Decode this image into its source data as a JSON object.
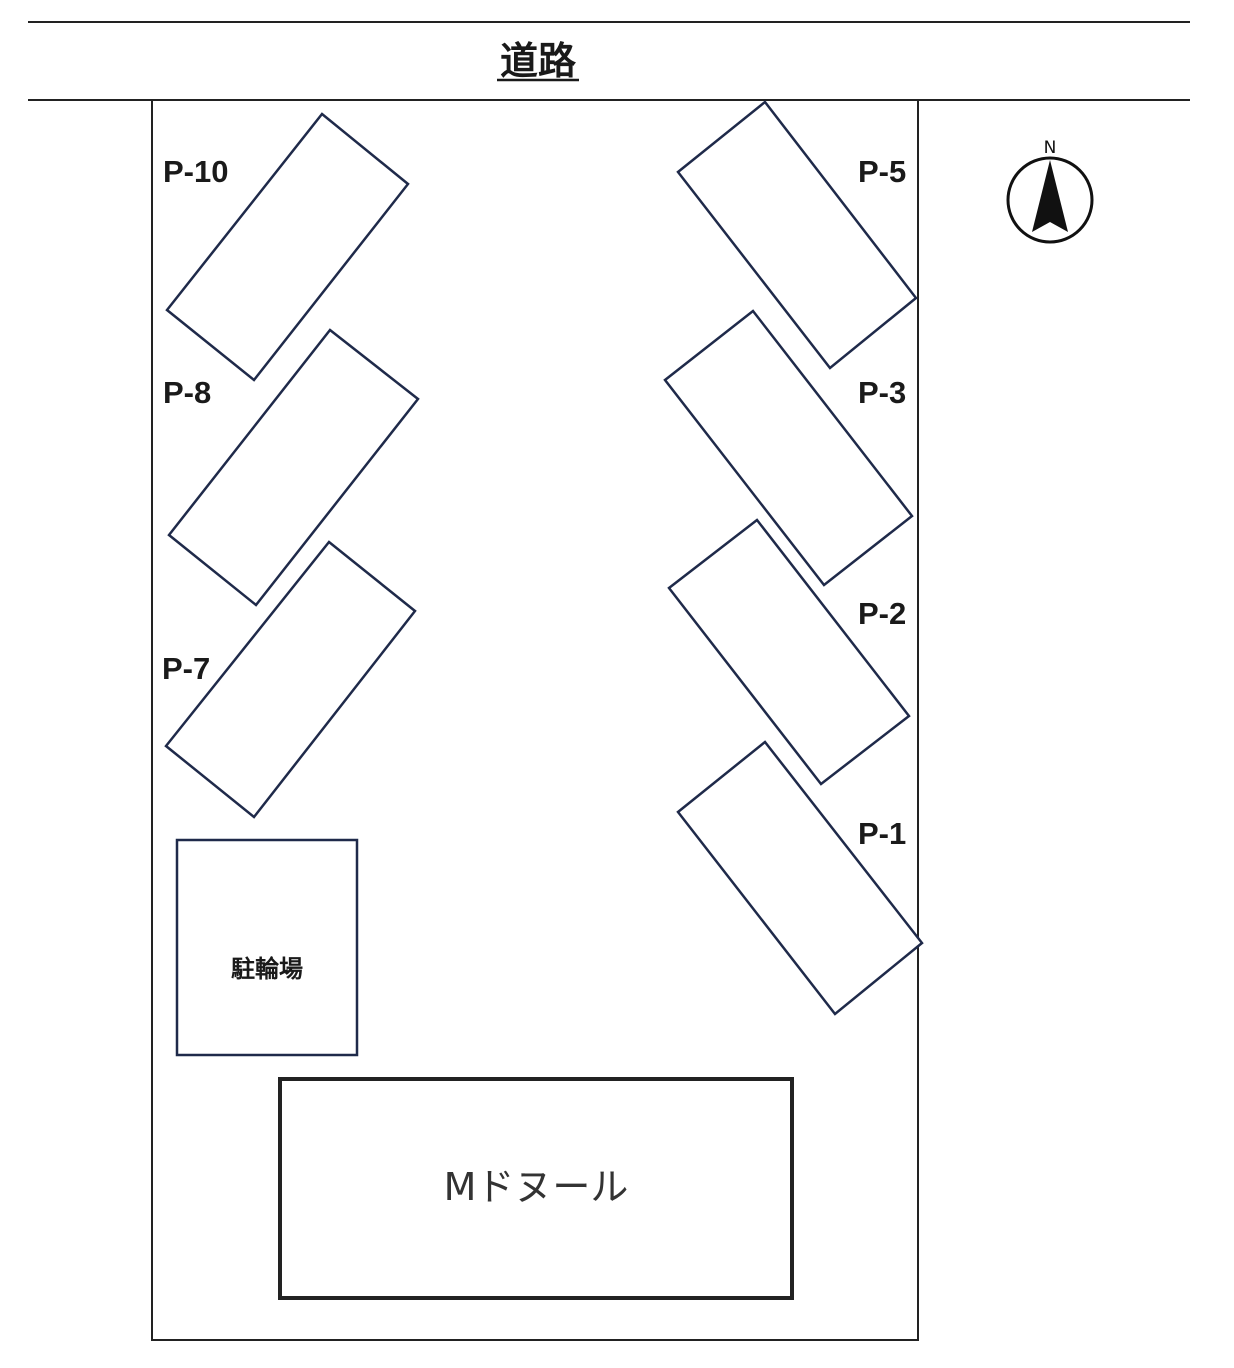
{
  "road": {
    "label": "道路"
  },
  "compass": {
    "label": "N"
  },
  "spaces": [
    {
      "id": "P-10"
    },
    {
      "id": "P-8"
    },
    {
      "id": "P-7"
    },
    {
      "id": "P-5"
    },
    {
      "id": "P-3"
    },
    {
      "id": "P-2"
    },
    {
      "id": "P-1"
    }
  ],
  "bicycle_parking": {
    "label": "駐輪場"
  },
  "building": {
    "label": "Mドヌール"
  },
  "colors": {
    "outline": "#1f2a4a",
    "text": "#1a1a1a"
  }
}
